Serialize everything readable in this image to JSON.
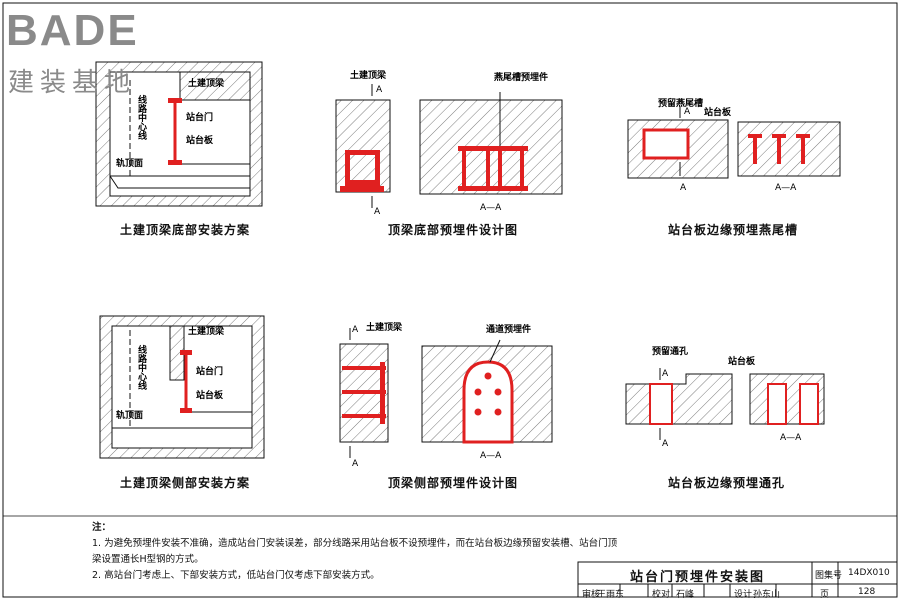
{
  "logo": {
    "brand": "BADE",
    "subtitle": "建装基地"
  },
  "diagrams": {
    "d1": {
      "caption": "土建顶梁底部安装方案",
      "labels": [
        "土建顶梁",
        "线路中心线",
        "站台门",
        "站台板",
        "轨顶面"
      ]
    },
    "d2": {
      "caption": "顶梁底部预埋件设计图",
      "labels": [
        "土建顶梁",
        "燕尾槽预埋件",
        "A",
        "A",
        "A—A"
      ]
    },
    "d3": {
      "caption": "站台板边缘预埋燕尾槽",
      "labels": [
        "预留燕尾槽",
        "站台板",
        "A",
        "A",
        "A—A"
      ]
    },
    "d4": {
      "caption": "土建顶梁侧部安装方案",
      "labels": [
        "土建顶梁",
        "线路中心线",
        "站台门",
        "站台板",
        "轨顶面"
      ]
    },
    "d5": {
      "caption": "顶梁侧部预埋件设计图",
      "labels": [
        "土建顶梁",
        "通道预埋件",
        "A",
        "A",
        "A—A"
      ]
    },
    "d6": {
      "caption": "站台板边缘预埋通孔",
      "labels": [
        "预留通孔",
        "站台板",
        "A",
        "A",
        "A—A"
      ]
    }
  },
  "notes": {
    "title": "注：",
    "items": [
      "1.  为避免预埋件安装不准确，造成站台门安装误差，部分线路采用站台板不设预埋件，而在站台板边缘预留安装槽、站台门顶",
      "     梁设置通长H型钢的方式。",
      "2.  高站台门考虑上、下部安装方式，低站台门仅考虑下部安装方式。"
    ]
  },
  "title_block": {
    "title": "站台门预埋件安装图",
    "atlas_label": "图集号",
    "atlas_no": "14DX010",
    "page_label": "页",
    "page_no": "128",
    "roles": [
      "审核",
      "王雨东",
      "校对",
      "石峰",
      "设计",
      "孙东山"
    ]
  },
  "colors": {
    "embed": "#e02020",
    "line": "#111111",
    "logo": "#8a8a8a"
  }
}
